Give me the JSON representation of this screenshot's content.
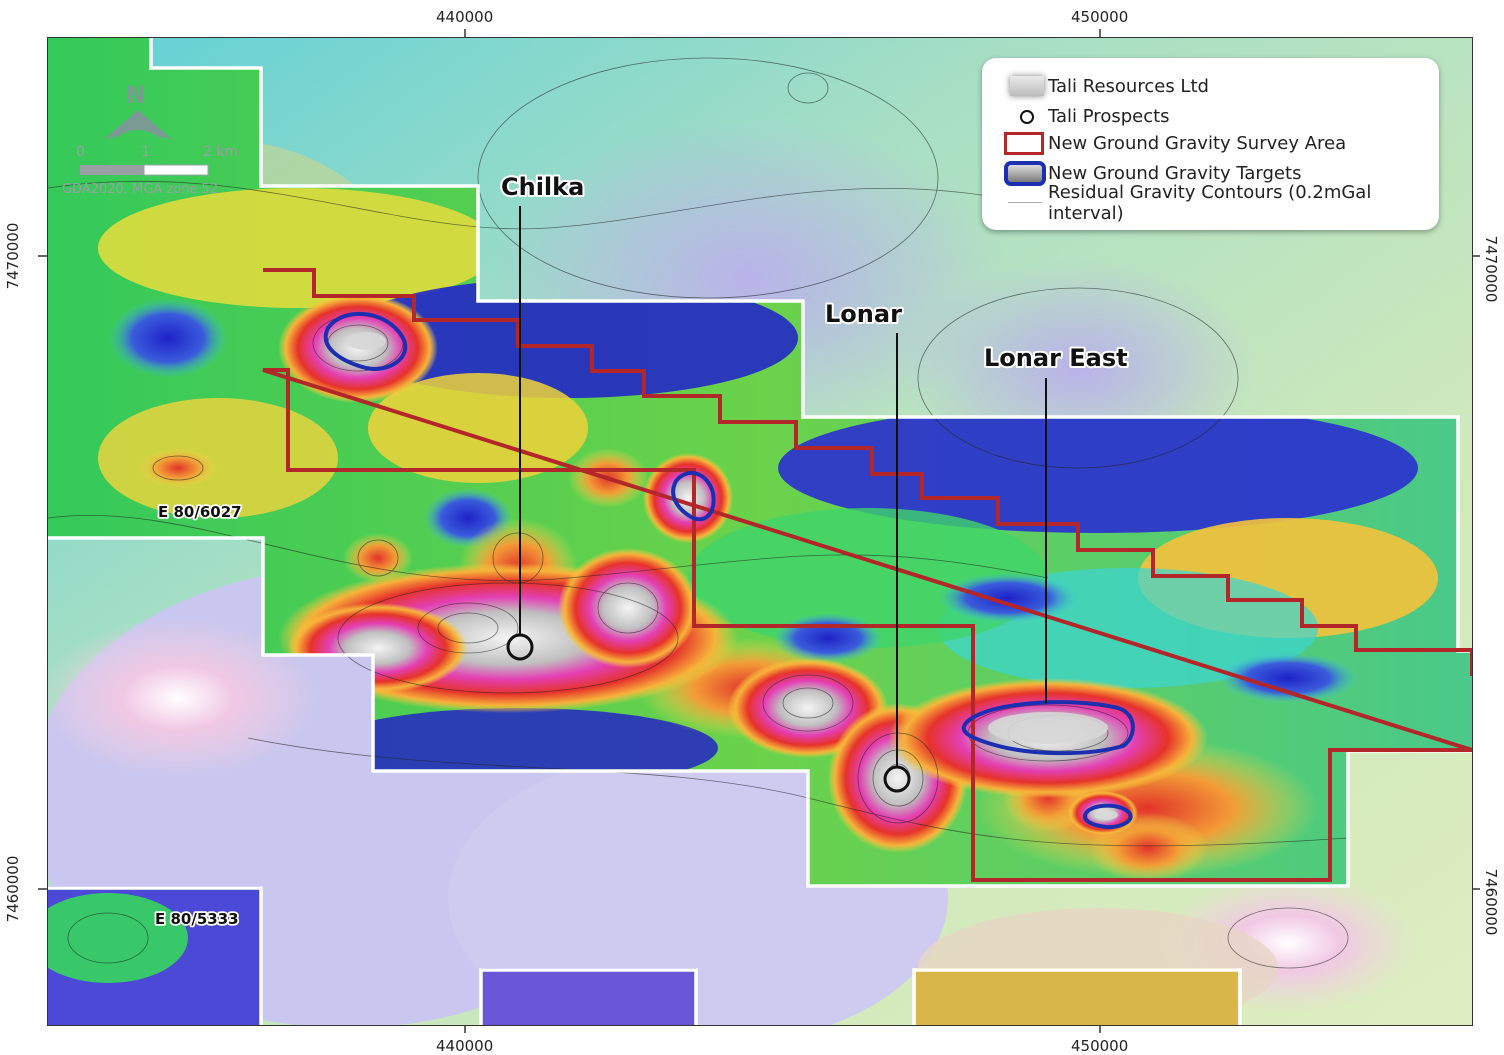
{
  "map": {
    "easting_ticks": [
      "440000",
      "450000"
    ],
    "northing_ticks": [
      "7470000",
      "7460000"
    ],
    "tenements": [
      "E 80/6027",
      "E 80/5333"
    ],
    "prospects": [
      {
        "name": "Chilka"
      },
      {
        "name": "Lonar"
      },
      {
        "name": "Lonar East"
      }
    ],
    "north_arrow": "N",
    "scale_labels": [
      "0",
      "1",
      "2 km"
    ],
    "projection": "GDA2020, MGA zone 52"
  },
  "legend": {
    "items": [
      {
        "label": "Tali Resources Ltd",
        "symbol": "grey-fill-shadow"
      },
      {
        "label": "Tali Prospects",
        "symbol": "circle-marker"
      },
      {
        "label": "New Ground Gravity Survey Area",
        "symbol": "red-outline"
      },
      {
        "label": "New Ground Gravity Targets",
        "symbol": "blue-outline"
      },
      {
        "label": "Residual Gravity Contours (0.2mGal interval)",
        "symbol": "grey-line"
      }
    ]
  },
  "colors": {
    "survey_area": "#b3262a",
    "targets": "#1b2fb0",
    "tenement_boundary": "#ffffff"
  }
}
